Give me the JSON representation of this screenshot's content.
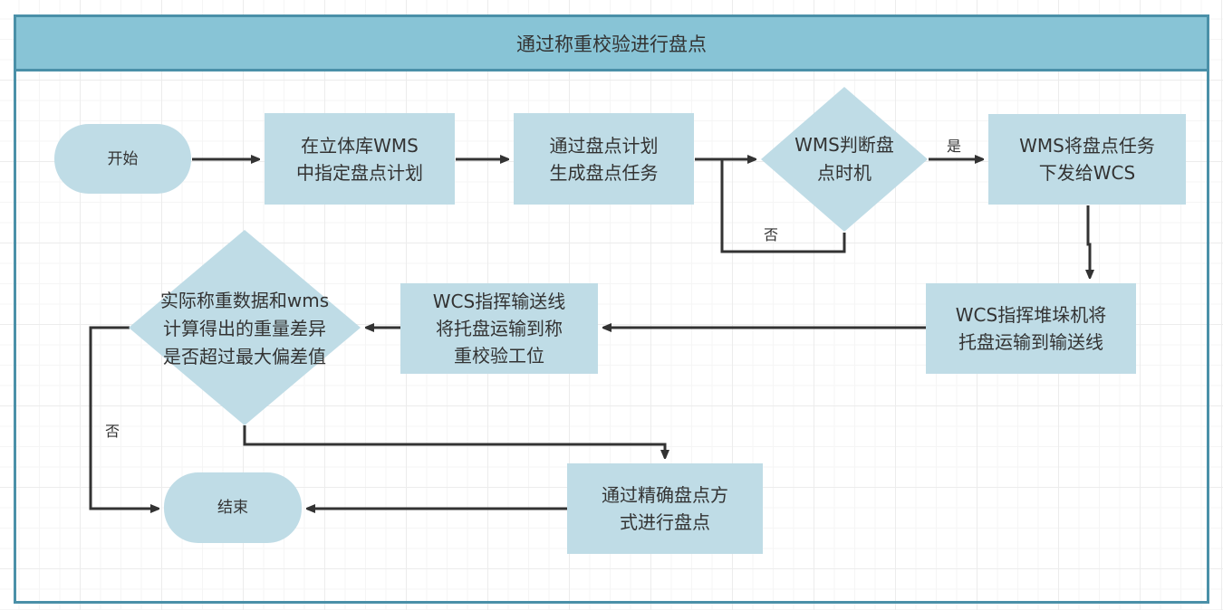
{
  "diagram": {
    "title": "通过称重校验进行盘点",
    "colors": {
      "header_fill": "#88c4d6",
      "frame_border": "#4a90a8",
      "node_fill": "#bfdce6",
      "connector": "#333333"
    },
    "nodes": {
      "start": {
        "type": "terminator",
        "text": "开始"
      },
      "specify_plan": {
        "type": "process",
        "text": "在立体库WMS\n中指定盘点计划"
      },
      "generate_task": {
        "type": "process",
        "text": "通过盘点计划\n生成盘点任务"
      },
      "judge_timing": {
        "type": "decision",
        "text": "WMS判断盘\n点时机"
      },
      "dispatch_to_wcs": {
        "type": "process",
        "text": "WMS将盘点任务\n下发给WCS"
      },
      "stacker_transport": {
        "type": "process",
        "text": "WCS指挥堆垛机将\n托盘运输到输送线"
      },
      "conveyor_transport": {
        "type": "process",
        "text": "WCS指挥输送线\n将托盘运输到称\n重校验工位"
      },
      "weight_check": {
        "type": "decision",
        "text": "实际称重数据和wms\n计算得出的重量差异\n是否超过最大偏差值"
      },
      "precise_inventory": {
        "type": "process",
        "text": "通过精确盘点方\n式进行盘点"
      },
      "end": {
        "type": "terminator",
        "text": "结束"
      }
    },
    "edges": [
      {
        "from": "start",
        "to": "specify_plan",
        "label": ""
      },
      {
        "from": "specify_plan",
        "to": "generate_task",
        "label": ""
      },
      {
        "from": "generate_task",
        "to": "judge_timing",
        "label": ""
      },
      {
        "from": "judge_timing",
        "to": "judge_timing",
        "label": "否"
      },
      {
        "from": "judge_timing",
        "to": "dispatch_to_wcs",
        "label": "是"
      },
      {
        "from": "dispatch_to_wcs",
        "to": "stacker_transport",
        "label": ""
      },
      {
        "from": "stacker_transport",
        "to": "conveyor_transport",
        "label": ""
      },
      {
        "from": "conveyor_transport",
        "to": "weight_check",
        "label": ""
      },
      {
        "from": "weight_check",
        "to": "end",
        "label": "否"
      },
      {
        "from": "weight_check",
        "to": "precise_inventory",
        "label": ""
      },
      {
        "from": "precise_inventory",
        "to": "end",
        "label": ""
      }
    ],
    "edge_labels": {
      "yes": "是",
      "no_loop": "否",
      "no_weight": "否"
    }
  }
}
